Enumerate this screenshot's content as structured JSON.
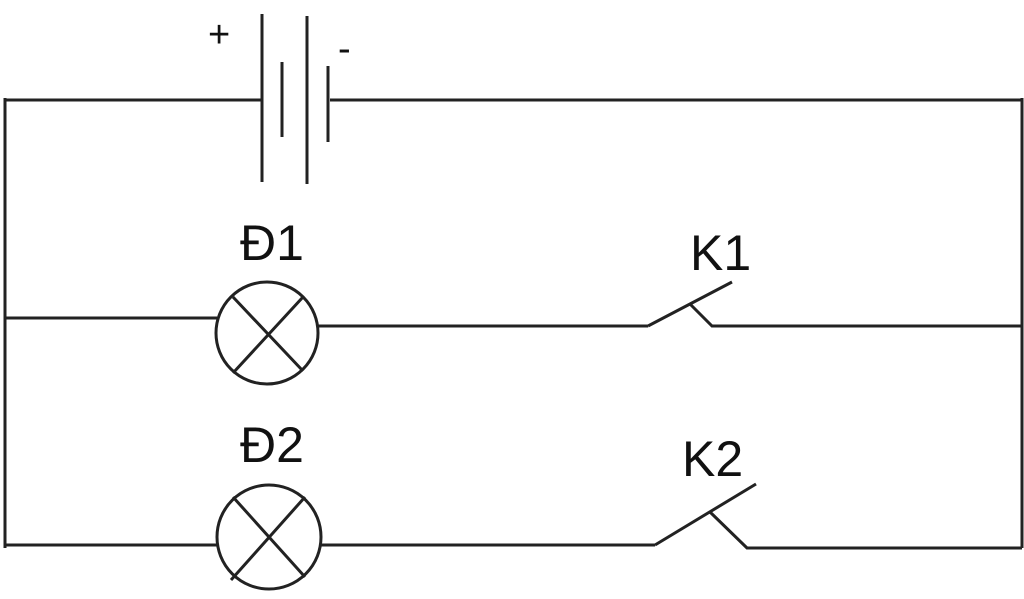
{
  "battery": {
    "plus_label": "+",
    "minus_label": "-"
  },
  "lamps": [
    {
      "label": "Đ1"
    },
    {
      "label": "Đ2"
    }
  ],
  "switches": [
    {
      "label": "K1"
    },
    {
      "label": "K2"
    }
  ],
  "colors": {
    "line": "#222222",
    "background": "#ffffff"
  }
}
